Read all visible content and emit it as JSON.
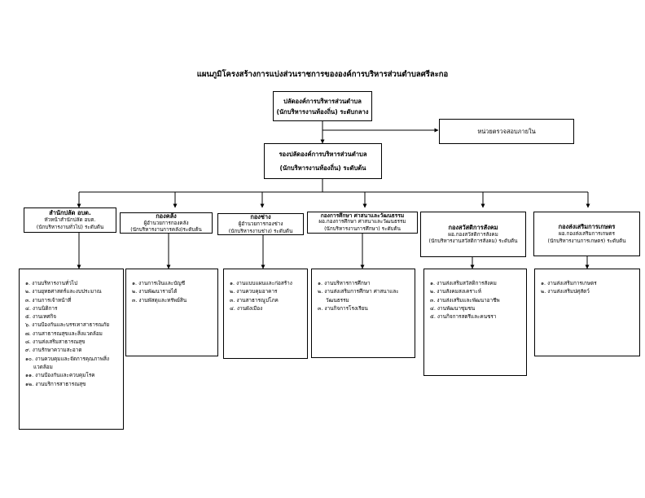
{
  "title": "แผนภูมิโครงสร้างการแบ่งส่วนราชการขององค์การบริหารส่วนตำบลศรีละกอ",
  "top_box": {
    "line1": "ปลัดองค์การบริหารส่วนตำบล",
    "line2": "(นักบริหารงานท้องถิ่น) ระดับกลาง"
  },
  "audit_box": {
    "label": "หน่วยตรวจสอบภายใน"
  },
  "deputy_box": {
    "line1": "รองปลัดองค์การบริหารส่วนตำบล",
    "line2": "(นักบริหารงานท้องถิ่น) ระดับต้น"
  },
  "divisions": [
    {
      "name": "สำนักปลัด อบต.",
      "sub1": "หัวหน้าสำนักปลัด อบต.",
      "sub2": "(นักบริหารงานทั่วไป) ระดับต้น",
      "tasks": [
        "๑. งานบริหารงานทั่วไป",
        "๒. งานยุทธศาสตร์และงบประมาณ",
        "๓. งานการเจ้าหน้าที่",
        "๔. งานนิติการ",
        "๕. งานเทศกิจ",
        "๖. งานป้องกันและบรรเทาสาธารณภัย",
        "๗. งานสาธารณสุขและสิ่งแวดล้อม",
        "๘. งานส่งเสริมสาธารณสุข",
        "๙. งานรักษาความสะอาด",
        "๑๐. งานควบคุมและจัดการคุณภาพสิ่งแวดล้อม",
        "๑๑. งานป้องกันและควบคุมโรค",
        "๑๒. งานบริการสาธารณสุข"
      ]
    },
    {
      "name": "กองคลัง",
      "sub1": "ผู้อำนวยการกองคลัง",
      "sub2": "(นักบริหารงานการคลัง)ระดับต้น",
      "tasks": [
        "๑. งานการเงินและบัญชี",
        "๒. งานพัฒนารายได้",
        "๓. งานพัสดุและทรัพย์สิน"
      ]
    },
    {
      "name": "กองช่าง",
      "sub1": "ผู้อำนวยการกองช่าง",
      "sub2": "(นักบริหารงานช่าง) ระดับต้น",
      "tasks": [
        "๑. งานแบบแผนและก่อสร้าง",
        "๒. งานควบคุมอาคาร",
        "๓. งานสาธารณูปโภค",
        "๔. งานผังเมือง"
      ]
    },
    {
      "name": "กองการศึกษา ศาสนาและวัฒนธรรม",
      "sub1": "ผอ.กองการศึกษา ศาสนาและวัฒนธรรม",
      "sub2": "(นักบริหารงานการศึกษา) ระดับต้น",
      "tasks": [
        "๑. งานบริหารการศึกษา",
        "๒. งานส่งเสริมการศึกษา ศาสนาและวัฒนธรรม",
        "๓. งานกิจการโรงเรียน"
      ]
    },
    {
      "name": "กองสวัสดิการสังคม",
      "sub1": "ผอ.กองสวัสดิการสังคม",
      "sub2": "(นักบริหารงานสวัสดิการสังคม) ระดับต้น",
      "tasks": [
        "๑. งานส่งเสริมสวัสดิการสังคม",
        "๒. งานสังคมสงเคราะห์",
        "๓. งานส่งเสริมและพัฒนาอาชีพ",
        "๔. งานพัฒนาชุมชน",
        "๕. งานกิจการสตรีและคนชรา"
      ]
    },
    {
      "name": "กองส่งเสริมการเกษตร",
      "sub1": "ผอ.กองส่งเสริมการเกษตร",
      "sub2": "(นักบริหารงานการเกษตร) ระดับต้น",
      "tasks": [
        "๑. งานส่งเสริมการเกษตร",
        "๒. งานส่งเสริมปศุสัตว์"
      ]
    }
  ]
}
